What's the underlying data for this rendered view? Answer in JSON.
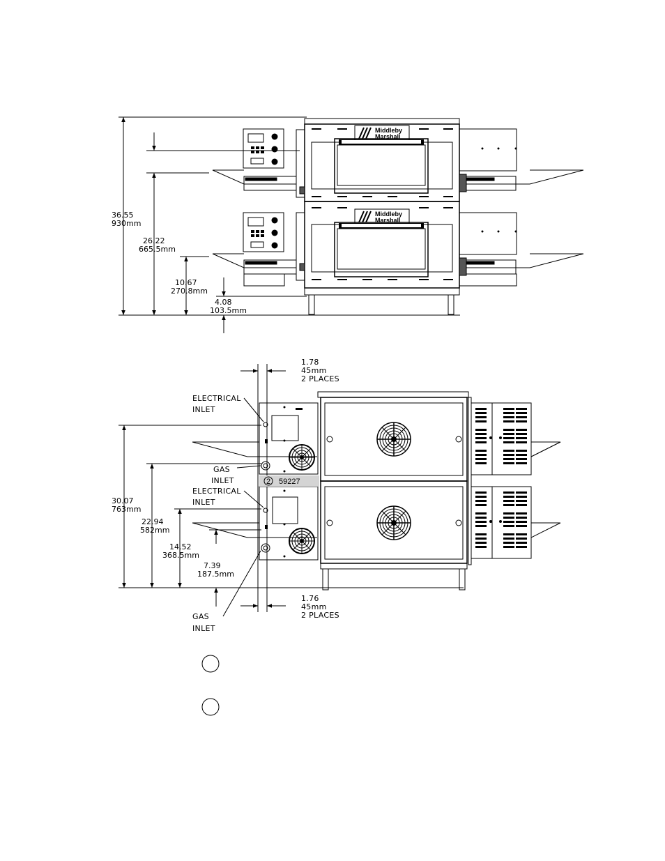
{
  "front_view": {
    "brand_line1": "Middleby",
    "brand_line2": "Marshall",
    "dims": {
      "overall_in": "36.55",
      "overall_mm": "930mm",
      "conveyor_in": "26.22",
      "conveyor_mm": "665.5mm",
      "lower_conveyor_in": "10.67",
      "lower_conveyor_mm": "270.8mm",
      "leg_in": "4.08",
      "leg_mm": "103.5mm"
    }
  },
  "rear_view": {
    "top_offset": {
      "in": "1.78",
      "mm": "45mm",
      "note": "2 PLACES"
    },
    "bottom_offset": {
      "in": "1.76",
      "mm": "45mm",
      "note": "2 PLACES"
    },
    "labels": {
      "electrical_1": "ELECTRICAL",
      "inlet_1": "INLET",
      "gas_1": "GAS",
      "gas_inlet_1": "INLET",
      "electrical_2": "ELECTRICAL",
      "inlet_2": "INLET",
      "gas_2": "GAS",
      "gas_inlet_2": "INLET"
    },
    "part_tag": {
      "number": "2",
      "code": "59227"
    },
    "dims": {
      "overall_in": "30.07",
      "overall_mm": "763mm",
      "d2_in": "22.94",
      "d2_mm": "582mm",
      "d3_in": "14.52",
      "d3_mm": "368.5mm",
      "d4_in": "7.39",
      "d4_mm": "187.5mm"
    }
  }
}
